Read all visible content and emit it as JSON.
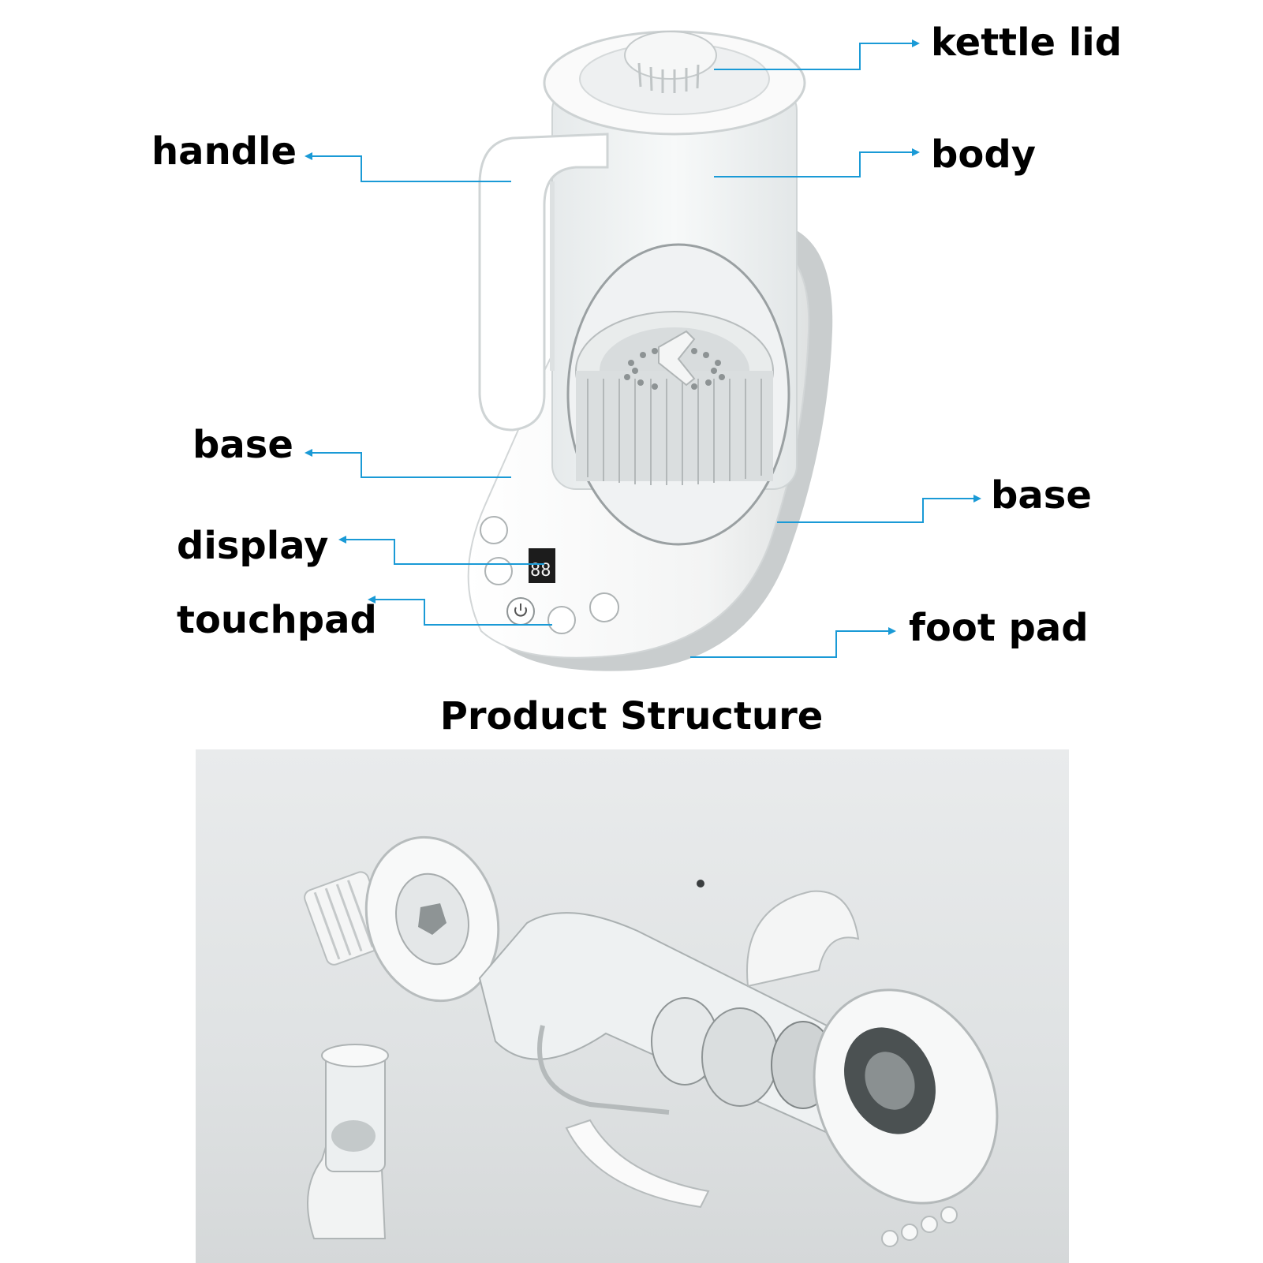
{
  "labels": {
    "kettle_lid": "kettle lid",
    "handle": "handle",
    "body": "body",
    "base_left": "base",
    "base_right": "base",
    "display": "display",
    "touchpad": "touchpad",
    "foot_pad": "foot pad"
  },
  "title": "Product Structure",
  "display_digits": "88",
  "colors": {
    "leader_line": "#1a9ad6",
    "kettle_white": "#fbfbfb",
    "base_gray": "#c9cdce",
    "glass": "#eef1f2",
    "panel_bg": "#e3e6e7"
  },
  "icons": {
    "power": "power-icon"
  }
}
